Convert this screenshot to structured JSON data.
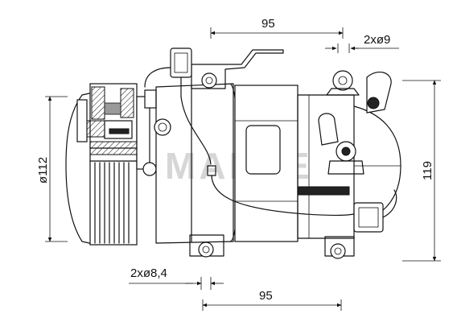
{
  "drawing": {
    "watermark": "MAHLE",
    "dimensions": {
      "top_length": "95",
      "top_holes": "2xø9",
      "diameter": "ø112",
      "height": "119",
      "bottom_holes": "2xø8,4",
      "bottom_length": "95"
    }
  }
}
